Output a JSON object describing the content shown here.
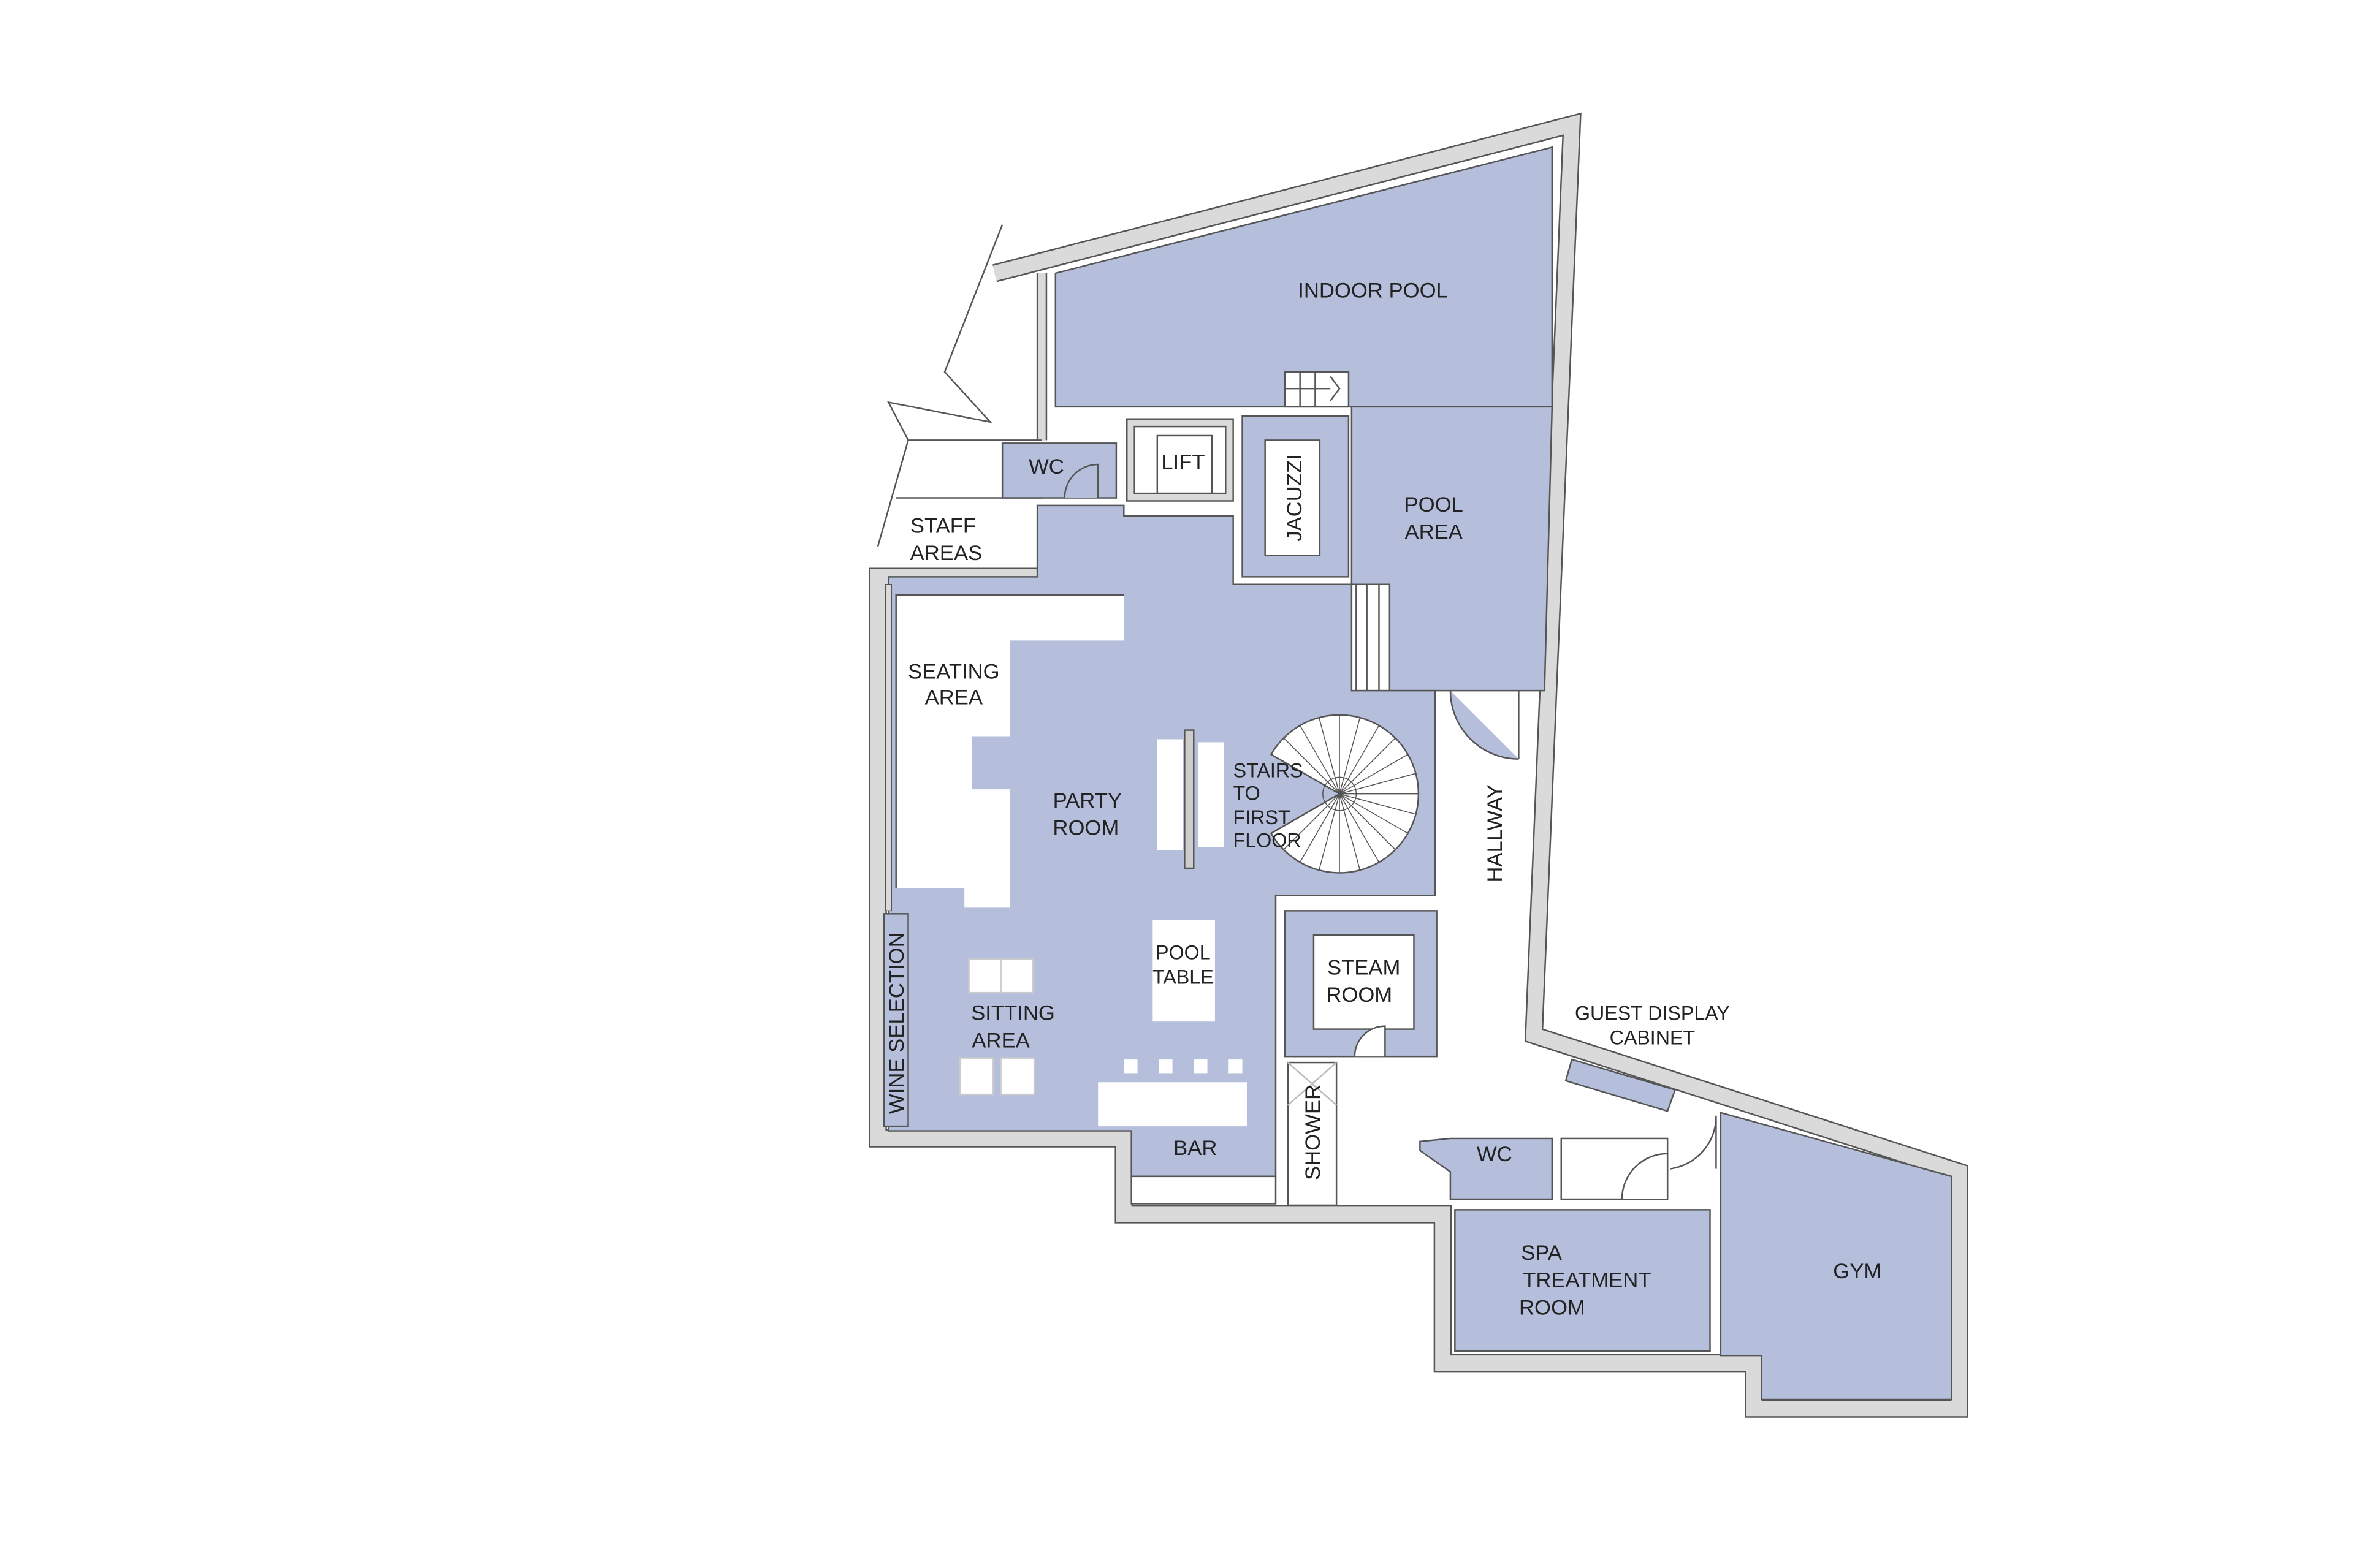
{
  "colors": {
    "room_fill": "#b5bedb",
    "wall": "#dadada",
    "outline": "#555555",
    "text": "#222222"
  },
  "rooms": {
    "indoor_pool": "INDOOR POOL",
    "pool_area": [
      "POOL",
      "AREA"
    ],
    "jacuzzi": "JACUZZI",
    "lift": "LIFT",
    "wc_upper": "WC",
    "staff_areas": [
      "STAFF",
      "AREAS"
    ],
    "seating_area": [
      "SEATING",
      "AREA"
    ],
    "party_room": [
      "PARTY",
      "ROOM"
    ],
    "stairs": [
      "STAIRS",
      "TO",
      "FIRST",
      "FLOOR"
    ],
    "hallway": "HALLWAY",
    "wine_selection": "WINE SELECTION",
    "sitting_area": [
      "SITTING",
      "AREA"
    ],
    "pool_table": [
      "POOL",
      "TABLE"
    ],
    "bar": "BAR",
    "steam_room": [
      "STEAM",
      "ROOM"
    ],
    "shower": "SHOWER",
    "guest_display_cabinet": [
      "GUEST DISPLAY",
      "CABINET"
    ],
    "wc_lower": "WC",
    "spa_treatment_room": [
      "SPA",
      "TREATMENT",
      "ROOM"
    ],
    "gym": "GYM"
  }
}
